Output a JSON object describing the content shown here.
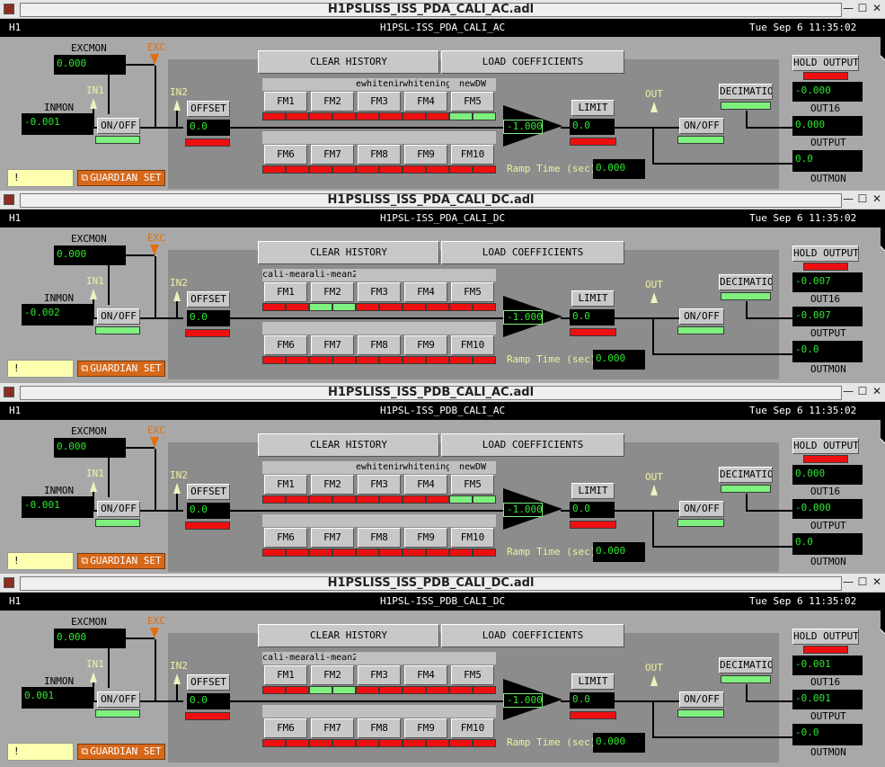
{
  "common": {
    "site": "H1",
    "timestamp": "Tue Sep  6 11:35:02",
    "labels": {
      "excmon": "EXCMON",
      "exc": "EXC",
      "in1": "IN1",
      "in2": "IN2",
      "inmon": "INMON",
      "onoff": "ON/OFF",
      "offset": "OFFSET",
      "clear_history": "CLEAR HISTORY",
      "load_coefficients": "LOAD COEFFICIENTS",
      "limit": "LIMIT",
      "out": "OUT",
      "decimation": "DECIMATION",
      "hold_output": "HOLD OUTPUT",
      "out16": "OUT16",
      "output": "OUTPUT",
      "outmon": "OUTMON",
      "ramp_time": "Ramp Time (sec):",
      "guardian_set": "GUARDIAN SET",
      "bang": "!"
    },
    "fm_buttons": [
      "FM1",
      "FM2",
      "FM3",
      "FM4",
      "FM5",
      "FM6",
      "FM7",
      "FM8",
      "FM9",
      "FM10"
    ],
    "gain": "-1.000",
    "offset_value": "0.0",
    "limit_value": "0.0",
    "ramp_value": "0.000"
  },
  "windows": [
    {
      "window_title": "H1PSLISS_ISS_PDA_CALI_AC.adl",
      "channel": "H1PSL-ISS_PDA_CALI_AC",
      "excmon": "0.000",
      "inmon": "-0.001",
      "out16": "-0.000",
      "output": "0.000",
      "outmon": "0.0",
      "fm_names": [
        "",
        "",
        "ewhitenin",
        "whitening",
        "newDW",
        "",
        "",
        "",
        "",
        ""
      ],
      "fm_on": [
        false,
        false,
        false,
        false,
        true,
        false,
        false,
        false,
        false,
        false
      ]
    },
    {
      "window_title": "H1PSLISS_ISS_PDA_CALI_DC.adl",
      "channel": "H1PSL-ISS_PDA_CALI_DC",
      "excmon": "0.000",
      "inmon": "-0.002",
      "out16": "-0.007",
      "output": "-0.007",
      "outmon": "-0.0",
      "fm_names": [
        "cali-mean",
        "ali-mean2",
        "",
        "",
        "",
        "",
        "",
        "",
        "",
        ""
      ],
      "fm_on": [
        false,
        true,
        false,
        false,
        false,
        false,
        false,
        false,
        false,
        false
      ]
    },
    {
      "window_title": "H1PSLISS_ISS_PDB_CALI_AC.adl",
      "channel": "H1PSL-ISS_PDB_CALI_AC",
      "excmon": "0.000",
      "inmon": "-0.001",
      "out16": "0.000",
      "output": "-0.000",
      "outmon": "0.0",
      "fm_names": [
        "",
        "",
        "ewhitenin",
        "whitening",
        "newDW",
        "",
        "",
        "",
        "",
        ""
      ],
      "fm_on": [
        false,
        false,
        false,
        false,
        true,
        false,
        false,
        false,
        false,
        false
      ]
    },
    {
      "window_title": "H1PSLISS_ISS_PDB_CALI_DC.adl",
      "channel": "H1PSL-ISS_PDB_CALI_DC",
      "excmon": "0.000",
      "inmon": "0.001",
      "out16": "-0.001",
      "output": "-0.001",
      "outmon": "-0.0",
      "fm_names": [
        "cali-mean",
        "ali-mean2",
        "",
        "",
        "",
        "",
        "",
        "",
        "",
        ""
      ],
      "fm_on": [
        false,
        true,
        false,
        false,
        false,
        false,
        false,
        false,
        false,
        false
      ]
    }
  ],
  "colors": {
    "led_on": "#7ef07e",
    "led_off": "#ee1010",
    "readback": "#2ee82e",
    "exc_orange": "#e07010",
    "guardian": "#d6681a"
  }
}
